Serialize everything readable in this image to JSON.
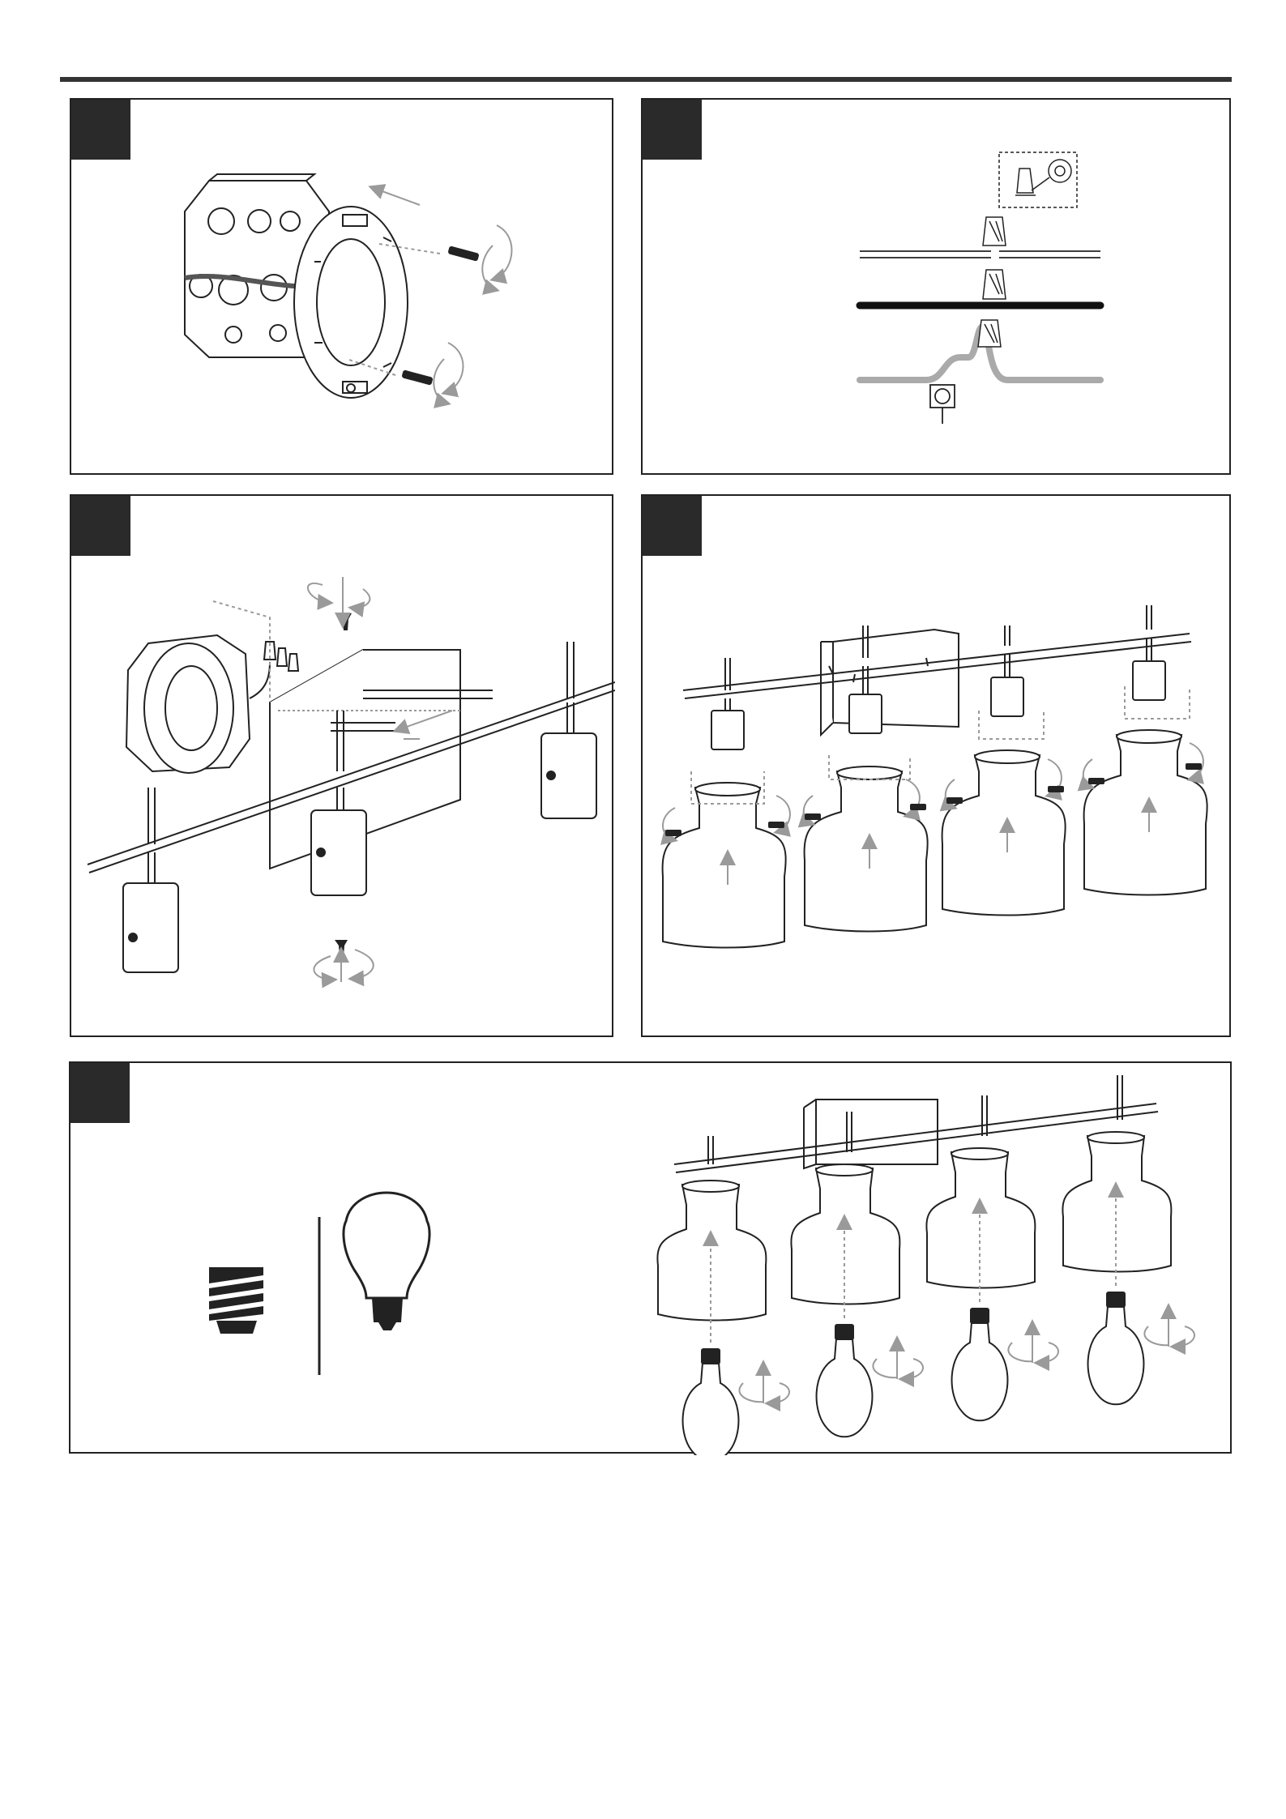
{
  "page": {
    "steps": [
      {
        "id": "step-1",
        "subject": "mounting-bracket-to-junction-box"
      },
      {
        "id": "step-2",
        "subject": "wire-connections"
      },
      {
        "id": "step-3",
        "subject": "mount-fixture-to-bracket"
      },
      {
        "id": "step-4",
        "subject": "attach-glass-shades"
      },
      {
        "id": "step-5",
        "subject": "install-bulbs"
      }
    ]
  },
  "colors": {
    "line": "#222222",
    "arrow": "#9a9a9a",
    "tab": "#2a2a2a",
    "ground_wire": "#aaaaaa",
    "hot_wire": "#111111"
  },
  "icons": [
    "junction-box-icon",
    "mounting-bracket-icon",
    "screw-icon",
    "rotate-arrow-icon",
    "wire-nut-icon",
    "electrical-tape-icon",
    "ground-screw-icon",
    "fixture-icon",
    "glass-shade-icon",
    "socket-icon",
    "light-bulb-icon",
    "edison-bulb-icon"
  ]
}
